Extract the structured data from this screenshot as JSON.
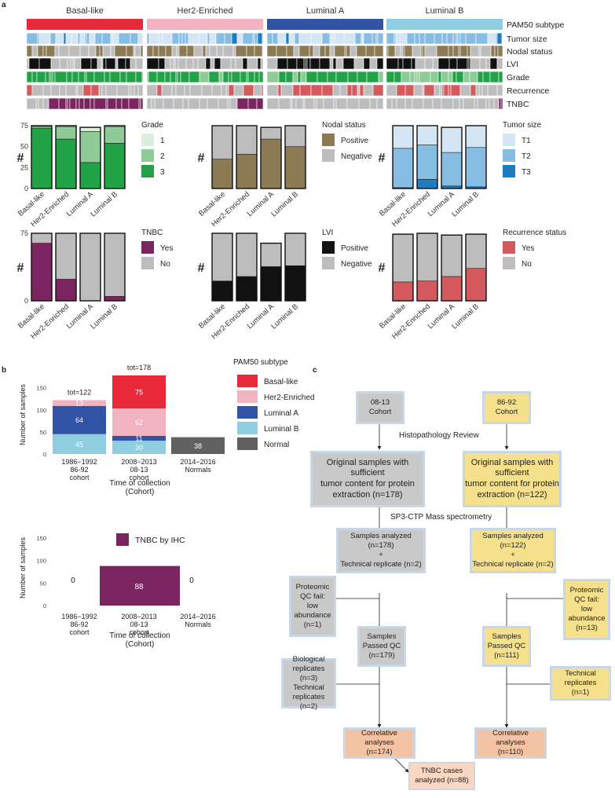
{
  "panels": {
    "a": "a",
    "b": "b",
    "c": "c"
  },
  "colors": {
    "basal": "#e8293a",
    "her2": "#f2b3c0",
    "luma": "#3153a5",
    "lumb": "#8fcde0",
    "normal": "#616161",
    "grade1": "#dcefdd",
    "grade2": "#8fcb96",
    "grade3": "#22a348",
    "pos_nodal": "#8c7a55",
    "neg": "#bdbdbd",
    "t1": "#d4e5f3",
    "t2": "#88bde3",
    "t3": "#1f7cc0",
    "tnbc": "#7a2560",
    "lvi": "#111111",
    "rec": "#d45a5e"
  },
  "heatmap": {
    "groups": [
      "Basal-like",
      "Her2-Enriched",
      "Luminal A",
      "Luminal B"
    ],
    "rows": [
      "PAM50 subtype",
      "Tumor size",
      "Nodal status",
      "LVI",
      "Grade",
      "Recurrence",
      "TNBC"
    ]
  },
  "chart_data": [
    {
      "type": "bar",
      "id": "grade",
      "ylabel": "#",
      "categories": [
        "Basal-like",
        "Her2-Enriched",
        "Luminal A",
        "Luminal B"
      ],
      "yticks": [
        0,
        25,
        50,
        75
      ],
      "ylim": [
        0,
        75
      ],
      "legend_title": "Grade",
      "series": [
        {
          "name": "3",
          "values": [
            72,
            59,
            31,
            54
          ]
        },
        {
          "name": "2",
          "values": [
            2,
            15,
            37,
            20
          ]
        },
        {
          "name": "1",
          "values": [
            1,
            1,
            5,
            1
          ]
        }
      ]
    },
    {
      "type": "bar",
      "id": "nodal",
      "ylabel": "#",
      "categories": [
        "Basal-like",
        "Her2-Enriched",
        "Luminal A",
        "Luminal B"
      ],
      "yticks": [],
      "ylim": [
        0,
        75
      ],
      "legend_title": "Nodal status",
      "series": [
        {
          "name": "Positive",
          "values": [
            35,
            41,
            59,
            50
          ]
        },
        {
          "name": "Negative",
          "values": [
            40,
            34,
            14,
            25
          ]
        }
      ]
    },
    {
      "type": "bar",
      "id": "tumor",
      "ylabel": "#",
      "categories": [
        "Basal-like",
        "Her2-Enriched",
        "Luminal A",
        "Luminal B"
      ],
      "yticks": [],
      "ylim": [
        0,
        75
      ],
      "legend_title": "Tumor size",
      "series": [
        {
          "name": "T3",
          "values": [
            1,
            11,
            3,
            2
          ]
        },
        {
          "name": "T2",
          "values": [
            47,
            41,
            40,
            47
          ]
        },
        {
          "name": "T1",
          "values": [
            27,
            23,
            30,
            26
          ]
        }
      ]
    },
    {
      "type": "bar",
      "id": "tnbc",
      "ylabel": "#",
      "categories": [
        "Basal-like",
        "Her2-Enriched",
        "Luminal A",
        "Luminal B"
      ],
      "yticks": [
        0,
        75
      ],
      "ylim": [
        0,
        75
      ],
      "legend_title": "TNBC",
      "series": [
        {
          "name": "Yes",
          "values": [
            64,
            24,
            0,
            5
          ]
        },
        {
          "name": "No",
          "values": [
            11,
            51,
            75,
            70
          ]
        }
      ]
    },
    {
      "type": "bar",
      "id": "lvi",
      "ylabel": "#",
      "categories": [
        "Basal-like",
        "Her2-Enriched",
        "Luminal A",
        "Luminal B"
      ],
      "yticks": [],
      "ylim": [
        0,
        75
      ],
      "legend_title": "LVI",
      "series": [
        {
          "name": "Positive",
          "values": [
            22,
            27,
            38,
            39
          ]
        },
        {
          "name": "Negative",
          "values": [
            53,
            48,
            26,
            36
          ]
        }
      ]
    },
    {
      "type": "bar",
      "id": "rec",
      "ylabel": "#",
      "categories": [
        "Basal-like",
        "Her2-Enriched",
        "Luminal A",
        "Luminal B"
      ],
      "yticks": [],
      "ylim": [
        0,
        75
      ],
      "legend_title": "Recurrence status",
      "series": [
        {
          "name": "Yes",
          "values": [
            21,
            22,
            27,
            36
          ]
        },
        {
          "name": "No",
          "values": [
            53,
            53,
            46,
            38
          ]
        }
      ]
    },
    {
      "type": "bar",
      "id": "b_top",
      "ylabel": "Number of samples",
      "xlabel": "Time of collection\n(Cohort)",
      "categories": [
        "1986−1992\n86-92\ncohort",
        "2008−2013\n08-13\ncohort",
        "2014−2016\nNormals"
      ],
      "yticks": [
        0,
        50,
        100,
        150
      ],
      "ylim": [
        0,
        178
      ],
      "totals": [
        "tot=122",
        "tot=178",
        ""
      ],
      "legend_title": "PAM50 subtype",
      "series": [
        {
          "name": "Luminal B",
          "values": [
            45,
            30,
            0
          ]
        },
        {
          "name": "Luminal A",
          "values": [
            64,
            11,
            0
          ]
        },
        {
          "name": "Her2-Enriched",
          "values": [
            13,
            62,
            0
          ]
        },
        {
          "name": "Basal-like",
          "values": [
            0,
            75,
            0
          ]
        },
        {
          "name": "Normal",
          "values": [
            0,
            0,
            38
          ]
        }
      ]
    },
    {
      "type": "bar",
      "id": "b_bot",
      "ylabel": "Number of samples",
      "xlabel": "Time of collection\n(Cohort)",
      "categories": [
        "1986−1992\n86-92\ncohort",
        "2008−2013\n08-13\ncohort",
        "2014−2016\nNormals"
      ],
      "yticks": [
        0,
        50,
        100,
        150
      ],
      "ylim": [
        0,
        178
      ],
      "legend_title": "",
      "series": [
        {
          "name": "TNBC by IHC",
          "values": [
            0,
            88,
            0
          ]
        }
      ]
    }
  ],
  "flow": {
    "cohort_left": "08-13\nCohort",
    "cohort_right": "86-92\nCohort",
    "histo": "Histopathology Review",
    "orig_left": "Original samples with sufficient\ntumor content for protein\nextraction (n=178)",
    "orig_right": "Original samples with sufficient\ntumor content for protein\nextraction (n=122)",
    "ms": "SP3-CTP Mass spectrometry",
    "analyzed_left": "Samples analyzed (n=178)\n+\nTechnical replicate (n=2)",
    "analyzed_right": "Samples analyzed (n=122)\n+\nTechnical replicate (n=2)",
    "qcfail_left": "Proteomic\nQC fail:\nlow\nabundance\n(n=1)",
    "qcfail_right": "Proteomic\nQC fail:\nlow\nabundance\n(n=13)",
    "passed_left": "Samples\nPassed QC\n(n=179)",
    "passed_right": "Samples\nPassed QC\n(n=111)",
    "rep_left": "Biological replicates\n(n=3)\nTechnical replicates\n(n=2)",
    "rep_right": "Technical replicates\n(n=1)",
    "corr_left": "Correlative analyses\n(n=174)",
    "corr_right": "Correlative analyses\n(n=110)",
    "tnbc_cases": "TNBC cases\nanalyzed (n=88)"
  }
}
